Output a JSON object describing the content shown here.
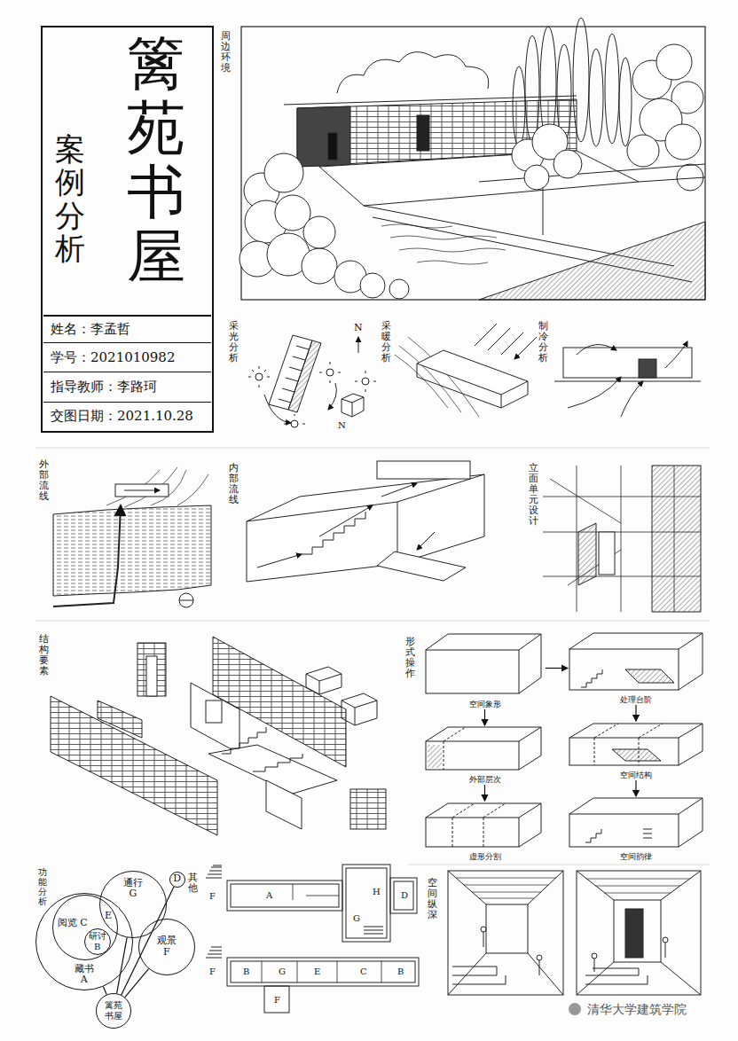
{
  "diagram": {
    "title": "篱苑书屋",
    "nodes": [
      {
        "text": [
          "姓名：李孟哲"
        ]
      },
      {
        "text": [
          "学号：2021010982"
        ]
      },
      {
        "text": [
          "指导教师：李路珂"
        ]
      },
      {
        "text": [
          "交图日期：2021.10.28"
        ]
      },
      {
        "text": [
          "空间象形"
        ]
      },
      {
        "text": [
          "外部层次"
        ]
      },
      {
        "text": [
          "虚形分割"
        ]
      },
      {
        "text": [
          "处理台阶"
        ]
      },
      {
        "text": [
          "空间结构"
        ]
      },
      {
        "text": [
          "空间韵律"
        ]
      },
      {
        "text": [
          "通行 G"
        ]
      },
      {
        "text": [
          "藏书 A"
        ]
      },
      {
        "text": [
          "阅览 C"
        ],
        "in": 11
      },
      {
        "text": [
          "研讨 B"
        ],
        "in": 12
      },
      {
        "text": [
          "观景 F"
        ]
      },
      {
        "text": [
          "D",
          "其他"
        ]
      },
      {
        "text": [
          "篱苑书屋"
        ]
      }
    ],
    "edges": [
      {
        "from": 4,
        "to": 5,
        "arrow": "to"
      },
      {
        "from": 5,
        "to": 6,
        "arrow": "to"
      },
      {
        "from": 4,
        "to": 7,
        "arrow": "to"
      },
      {
        "from": 7,
        "to": 8,
        "arrow": "to"
      },
      {
        "from": 8,
        "to": 9,
        "arrow": "to"
      },
      {
        "from": 16,
        "to": 11,
        "arrow": "none"
      },
      {
        "from": 16,
        "to": 10,
        "arrow": "none"
      },
      {
        "from": 16,
        "to": 14,
        "arrow": "none"
      },
      {
        "from": 16,
        "to": 15,
        "arrow": "none"
      }
    ],
    "labels": [
      "案例分析",
      "周边环境",
      "采光分析",
      "N",
      "N",
      "采暖分析",
      "制冷分析",
      "外部流线",
      "内部流线",
      "立面单元设计",
      "结构要素",
      "形式操作",
      "功能分析",
      "E",
      "F",
      "A",
      "G",
      "H",
      "D",
      "F",
      "B",
      "G",
      "E",
      "C",
      "B",
      "F",
      "空间纵深",
      "清华大学建筑学院"
    ]
  }
}
